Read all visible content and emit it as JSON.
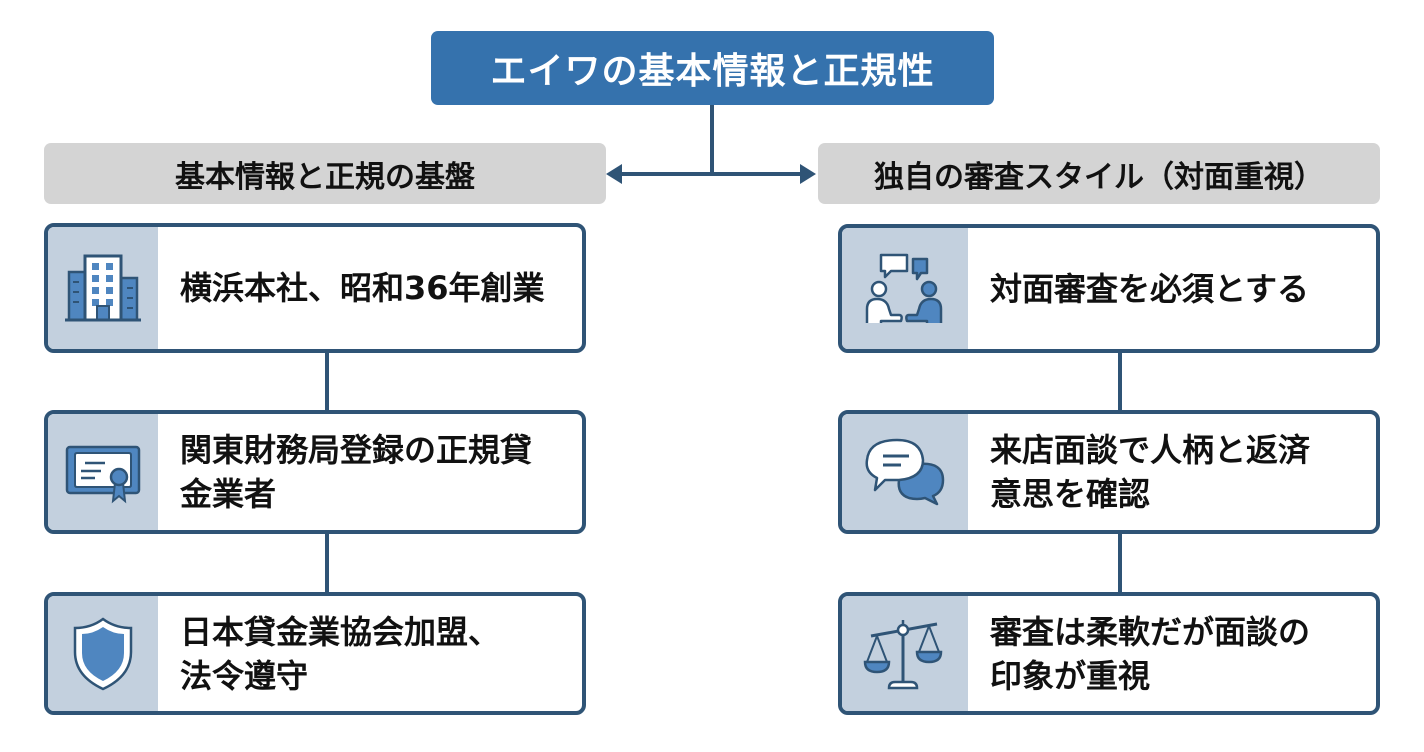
{
  "title": "エイワの基本情報と正規性",
  "colors": {
    "title_bg": "#3572ad",
    "connector": "#2f5476",
    "header_bg": "#d4d4d4",
    "icon_panel_bg": "#c3d0de",
    "icon_accent": "#4f86c0"
  },
  "left_column": {
    "header": "基本情報と正規の基盤",
    "cards": [
      {
        "icon": "building-icon",
        "text": "横浜本社、昭和36年創業"
      },
      {
        "icon": "certificate-icon",
        "text": "関東財務局登録の正規貸\n金業者"
      },
      {
        "icon": "shield-icon",
        "text": "日本貸金業協会加盟、\n法令遵守"
      }
    ]
  },
  "right_column": {
    "header": "独自の審査スタイル（対面重視）",
    "cards": [
      {
        "icon": "face-to-face-meeting-icon",
        "text": "対面審査を必須とする"
      },
      {
        "icon": "chat-bubbles-icon",
        "text": "来店面談で人柄と返済\n意思を確認"
      },
      {
        "icon": "scales-icon",
        "text": "審査は柔軟だが面談の\n印象が重視"
      }
    ]
  }
}
